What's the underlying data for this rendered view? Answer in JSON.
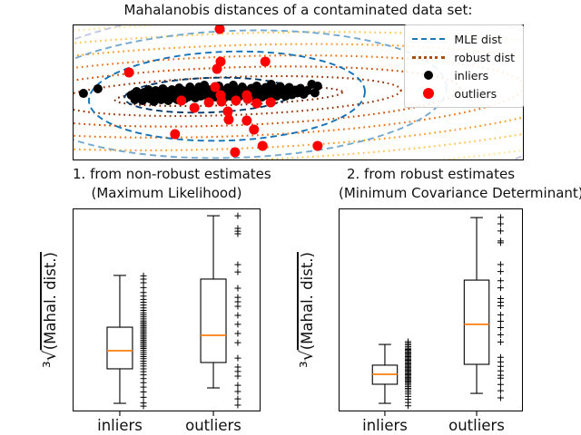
{
  "figure": {
    "title": "Mahalanobis distances of a contaminated data set:",
    "background": "#ffffff",
    "text_color": "#111111"
  },
  "legend": {
    "position": "upper right",
    "items": [
      {
        "label": "MLE dist",
        "sample": "dashed-line",
        "color": "#1f77b4"
      },
      {
        "label": "robust dist",
        "sample": "dotted-line",
        "color": "#a84f0b"
      },
      {
        "label": "inliers",
        "sample": "dot",
        "color": "#000000",
        "size": 10
      },
      {
        "label": "outliers",
        "sample": "dot",
        "color": "#ff0000",
        "size": 12
      }
    ]
  },
  "chart_data": [
    {
      "type": "scatter",
      "title": "Mahalanobis distances of a contaminated data set:",
      "axes": {
        "xticks": "none",
        "yticks": "none",
        "frame": true
      },
      "note": "point and contour coordinates are axis fractions (0-1), y measured from top",
      "contours": {
        "mle_dashed": [
          {
            "cx": 0.302,
            "cy": 0.52,
            "rx": 0.187,
            "ry": 0.127,
            "color": "#0a3a67"
          },
          {
            "cx": 0.342,
            "cy": 0.527,
            "rx": 0.306,
            "ry": 0.327,
            "color": "#1472b7"
          },
          {
            "cx": 0.362,
            "cy": 0.513,
            "rx": 0.467,
            "ry": 0.467,
            "color": "#74a9cf"
          },
          {
            "cx": 0.483,
            "cy": 0.56,
            "rx": 0.674,
            "ry": 0.713,
            "color": "#c6c6e0"
          }
        ],
        "robust_dotted": [
          {
            "cx": 0.346,
            "cy": 0.527,
            "rx": 0.252,
            "ry": 0.067,
            "color": "#7f2704"
          },
          {
            "cx": 0.346,
            "cy": 0.527,
            "rx": 0.382,
            "ry": 0.14,
            "color": "#993404"
          },
          {
            "cx": 0.346,
            "cy": 0.53,
            "rx": 0.513,
            "ry": 0.213,
            "color": "#cc4c02"
          },
          {
            "cx": 0.346,
            "cy": 0.53,
            "rx": 0.654,
            "ry": 0.293,
            "color": "#ec7014"
          },
          {
            "cx": 0.346,
            "cy": 0.535,
            "rx": 0.805,
            "ry": 0.38,
            "color": "#fe9929"
          },
          {
            "cx": 0.346,
            "cy": 0.535,
            "rx": 0.966,
            "ry": 0.467,
            "color": "#fec44f"
          },
          {
            "cx": 0.346,
            "cy": 0.54,
            "rx": 1.137,
            "ry": 0.56,
            "color": "#fee391"
          },
          {
            "cx": 0.346,
            "cy": 0.54,
            "rx": 1.318,
            "ry": 0.653,
            "color": "#fff0c4"
          }
        ]
      },
      "series": [
        {
          "name": "inliers",
          "color": "#000000",
          "marker_radius": 5,
          "points": [
            [
              0.024,
              0.507
            ],
            [
              0.056,
              0.473
            ],
            [
              0.13,
              0.52
            ],
            [
              0.138,
              0.553
            ],
            [
              0.142,
              0.493
            ],
            [
              0.15,
              0.527
            ],
            [
              0.155,
              0.56
            ],
            [
              0.158,
              0.5
            ],
            [
              0.163,
              0.533
            ],
            [
              0.168,
              0.48
            ],
            [
              0.172,
              0.547
            ],
            [
              0.176,
              0.513
            ],
            [
              0.18,
              0.567
            ],
            [
              0.184,
              0.487
            ],
            [
              0.188,
              0.54
            ],
            [
              0.192,
              0.507
            ],
            [
              0.196,
              0.553
            ],
            [
              0.2,
              0.473
            ],
            [
              0.204,
              0.527
            ],
            [
              0.208,
              0.493
            ],
            [
              0.212,
              0.56
            ],
            [
              0.216,
              0.513
            ],
            [
              0.22,
              0.48
            ],
            [
              0.224,
              0.54
            ],
            [
              0.228,
              0.5
            ],
            [
              0.232,
              0.553
            ],
            [
              0.236,
              0.467
            ],
            [
              0.24,
              0.52
            ],
            [
              0.244,
              0.487
            ],
            [
              0.248,
              0.547
            ],
            [
              0.252,
              0.507
            ],
            [
              0.256,
              0.533
            ],
            [
              0.26,
              0.46
            ],
            [
              0.264,
              0.513
            ],
            [
              0.268,
              0.487
            ],
            [
              0.272,
              0.54
            ],
            [
              0.276,
              0.5
            ],
            [
              0.28,
              0.46
            ],
            [
              0.284,
              0.527
            ],
            [
              0.288,
              0.493
            ],
            [
              0.292,
              0.447
            ],
            [
              0.296,
              0.52
            ],
            [
              0.3,
              0.48
            ],
            [
              0.304,
              0.547
            ],
            [
              0.308,
              0.507
            ],
            [
              0.312,
              0.473
            ],
            [
              0.316,
              0.533
            ],
            [
              0.32,
              0.5
            ],
            [
              0.324,
              0.453
            ],
            [
              0.328,
              0.52
            ],
            [
              0.332,
              0.487
            ],
            [
              0.336,
              0.54
            ],
            [
              0.34,
              0.507
            ],
            [
              0.344,
              0.467
            ],
            [
              0.348,
              0.527
            ],
            [
              0.352,
              0.493
            ],
            [
              0.356,
              0.447
            ],
            [
              0.36,
              0.513
            ],
            [
              0.364,
              0.48
            ],
            [
              0.368,
              0.533
            ],
            [
              0.372,
              0.5
            ],
            [
              0.376,
              0.46
            ],
            [
              0.38,
              0.52
            ],
            [
              0.384,
              0.487
            ],
            [
              0.388,
              0.54
            ],
            [
              0.392,
              0.507
            ],
            [
              0.396,
              0.47
            ],
            [
              0.4,
              0.527
            ],
            [
              0.404,
              0.493
            ],
            [
              0.408,
              0.453
            ],
            [
              0.412,
              0.513
            ],
            [
              0.416,
              0.48
            ],
            [
              0.42,
              0.533
            ],
            [
              0.424,
              0.5
            ],
            [
              0.428,
              0.463
            ],
            [
              0.432,
              0.52
            ],
            [
              0.436,
              0.487
            ],
            [
              0.44,
              0.44
            ],
            [
              0.444,
              0.507
            ],
            [
              0.448,
              0.473
            ],
            [
              0.452,
              0.527
            ],
            [
              0.456,
              0.493
            ],
            [
              0.46,
              0.457
            ],
            [
              0.464,
              0.513
            ],
            [
              0.468,
              0.48
            ],
            [
              0.472,
              0.527
            ],
            [
              0.476,
              0.497
            ],
            [
              0.48,
              0.463
            ],
            [
              0.486,
              0.517
            ],
            [
              0.492,
              0.483
            ],
            [
              0.498,
              0.503
            ],
            [
              0.505,
              0.47
            ],
            [
              0.512,
              0.513
            ],
            [
              0.52,
              0.487
            ],
            [
              0.53,
              0.44
            ],
            [
              0.537,
              0.503
            ],
            [
              0.543,
              0.453
            ]
          ]
        },
        {
          "name": "outliers",
          "color": "#ff0000",
          "marker_radius": 5.5,
          "points": [
            [
              0.326,
              0.033
            ],
            [
              0.328,
              0.273
            ],
            [
              0.32,
              0.327
            ],
            [
              0.427,
              0.273
            ],
            [
              0.125,
              0.353
            ],
            [
              0.316,
              0.46
            ],
            [
              0.328,
              0.52
            ],
            [
              0.33,
              0.567
            ],
            [
              0.386,
              0.52
            ],
            [
              0.388,
              0.547
            ],
            [
              0.408,
              0.58
            ],
            [
              0.439,
              0.573
            ],
            [
              0.362,
              0.56
            ],
            [
              0.27,
              0.613
            ],
            [
              0.241,
              0.56
            ],
            [
              0.302,
              0.573
            ],
            [
              0.344,
              0.64
            ],
            [
              0.346,
              0.7
            ],
            [
              0.386,
              0.707
            ],
            [
              0.402,
              0.773
            ],
            [
              0.227,
              0.807
            ],
            [
              0.36,
              0.94
            ],
            [
              0.421,
              0.893
            ],
            [
              0.543,
              0.893
            ]
          ]
        }
      ]
    },
    {
      "type": "box",
      "title_line1": "1. from non-robust estimates",
      "title_line2": "(Maximum Likelihood)",
      "ylabel": {
        "root": "³√",
        "text": "(Mahal. dist.)"
      },
      "categories": [
        "inliers",
        "outliers"
      ],
      "axes": {
        "yticks": "none",
        "units": "axis_fraction_from_top"
      },
      "median_color": "#ff7f0e",
      "boxes": [
        {
          "category": "inliers",
          "x_center": 0.251,
          "box_width": 0.135,
          "whisker_high": 0.33,
          "q3": 0.585,
          "median": 0.701,
          "q1": 0.79,
          "whisker_low": 0.96
        },
        {
          "category": "outliers",
          "x_center": 0.749,
          "box_width": 0.135,
          "whisker_high": 0.036,
          "q3": 0.348,
          "median": 0.625,
          "q1": 0.759,
          "whisker_low": 0.884
        }
      ],
      "strips": [
        {
          "x": 0.377,
          "marker": "+",
          "y": [
            0.332,
            0.348,
            0.366,
            0.39,
            0.414,
            0.432,
            0.448,
            0.462,
            0.476,
            0.49,
            0.502,
            0.514,
            0.524,
            0.534,
            0.544,
            0.554,
            0.562,
            0.57,
            0.578,
            0.586,
            0.594,
            0.602,
            0.61,
            0.618,
            0.626,
            0.634,
            0.642,
            0.65,
            0.658,
            0.666,
            0.674,
            0.682,
            0.69,
            0.7,
            0.71,
            0.72,
            0.73,
            0.74,
            0.752,
            0.764,
            0.776,
            0.79,
            0.804,
            0.82,
            0.838,
            0.858,
            0.88,
            0.904,
            0.93,
            0.958,
            0.974
          ]
        },
        {
          "x": 0.879,
          "marker": "+",
          "y": [
            0.036,
            0.098,
            0.112,
            0.125,
            0.277,
            0.313,
            0.393,
            0.438,
            0.46,
            0.482,
            0.527,
            0.571,
            0.616,
            0.661,
            0.737,
            0.781,
            0.803,
            0.826,
            0.871,
            0.902,
            0.938,
            0.969
          ]
        }
      ]
    },
    {
      "type": "box",
      "title_line1": "2. from robust estimates",
      "title_line2": "(Minimum Covariance Determinant)",
      "ylabel": {
        "root": "³√",
        "text": "(Mahal. dist.)"
      },
      "categories": [
        "inliers",
        "outliers"
      ],
      "axes": {
        "yticks": "none",
        "units": "axis_fraction_from_top"
      },
      "median_color": "#ff7f0e",
      "boxes": [
        {
          "category": "inliers",
          "x_center": 0.251,
          "box_width": 0.135,
          "whisker_high": 0.67,
          "q3": 0.772,
          "median": 0.817,
          "q1": 0.866,
          "whisker_low": 0.96
        },
        {
          "category": "outliers",
          "x_center": 0.749,
          "box_width": 0.135,
          "whisker_high": 0.045,
          "q3": 0.353,
          "median": 0.571,
          "q1": 0.768,
          "whisker_low": 0.911
        }
      ],
      "strips": [
        {
          "x": 0.377,
          "marker": "+",
          "y": [
            0.656,
            0.664,
            0.672,
            0.68,
            0.688,
            0.694,
            0.7,
            0.706,
            0.712,
            0.718,
            0.724,
            0.73,
            0.736,
            0.742,
            0.748,
            0.754,
            0.76,
            0.766,
            0.772,
            0.778,
            0.784,
            0.79,
            0.796,
            0.802,
            0.808,
            0.814,
            0.82,
            0.826,
            0.832,
            0.838,
            0.844,
            0.85,
            0.856,
            0.862,
            0.87,
            0.878,
            0.886,
            0.894,
            0.904,
            0.914,
            0.926,
            0.94,
            0.956,
            0.972
          ]
        },
        {
          "x": 0.879,
          "marker": "+",
          "y": [
            0.044,
            0.076,
            0.111,
            0.16,
            0.169,
            0.276,
            0.311,
            0.356,
            0.391,
            0.444,
            0.462,
            0.48,
            0.524,
            0.556,
            0.587,
            0.622,
            0.658,
            0.733,
            0.756,
            0.778,
            0.8,
            0.822,
            0.836,
            0.867,
            0.898,
            0.933
          ]
        }
      ]
    }
  ]
}
